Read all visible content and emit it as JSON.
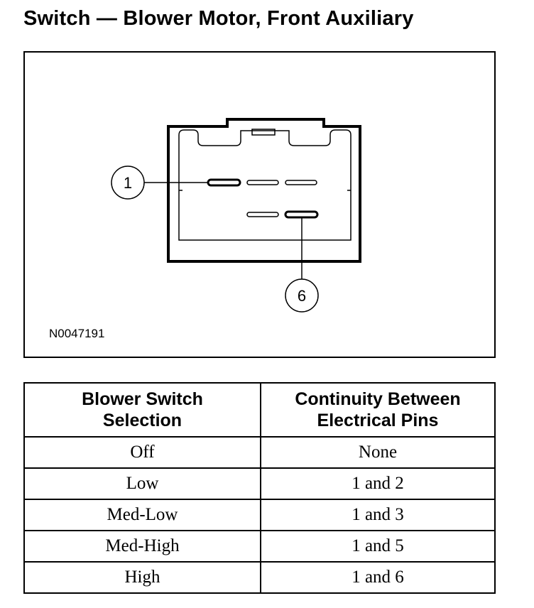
{
  "title": "Switch — Blower Motor, Front Auxiliary",
  "figure": {
    "figure_id": "N0047191",
    "callouts": [
      {
        "label": "1",
        "pin": "pin 1"
      },
      {
        "label": "6",
        "pin": "pin 6"
      }
    ]
  },
  "table": {
    "headers": {
      "selection_line1": "Blower Switch",
      "selection_line2": "Selection",
      "continuity_line1": "Continuity Between",
      "continuity_line2": "Electrical Pins"
    },
    "rows": [
      {
        "selection": "Off",
        "continuity": "None"
      },
      {
        "selection": "Low",
        "continuity": "1 and 2"
      },
      {
        "selection": "Med-Low",
        "continuity": "1 and 3"
      },
      {
        "selection": "Med-High",
        "continuity": "1 and 5"
      },
      {
        "selection": "High",
        "continuity": "1 and 6"
      }
    ]
  }
}
